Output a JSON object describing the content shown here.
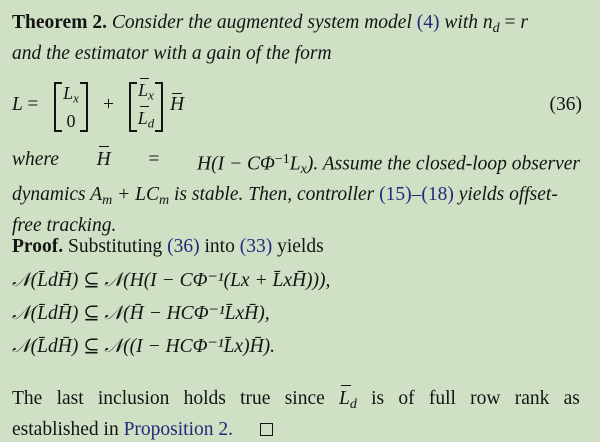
{
  "theorem": {
    "label": "Theorem 2.",
    "line1_pre": "Consider the augmented system model",
    "ref_model": "(4)",
    "line1_post": "with",
    "nd_var": "n",
    "nd_sub": "d",
    "nd_rhs": "= r",
    "line2": "and the estimator with a gain of the form"
  },
  "equation_36": {
    "lhs": "L =",
    "matrix1": [
      "L",
      "0"
    ],
    "matrix1_sub": [
      "x",
      ""
    ],
    "plus": "+",
    "matrix2": [
      "L",
      "L"
    ],
    "matrix2_sub": [
      "x",
      "d"
    ],
    "trailing": "H",
    "number": "(36)"
  },
  "theorem_cont": {
    "line1_where": "where",
    "line1_hbar": "H",
    "line1_eq": "=",
    "line1_expr": "H(I − CΦ",
    "line1_sup": "−1",
    "line1_lx": "L",
    "line1_lx_sub": "x",
    "line1_tail": "). Assume the closed-loop observer",
    "line2_pre": "dynamics A",
    "line2_am_sub": "m",
    "line2_mid": "+ LC",
    "line2_cm_sub": "m",
    "line2_post": "is stable. Then, controller",
    "ref_ctrl": "(15)–(18)",
    "line2_end": "yields offset-",
    "line3": "free tracking."
  },
  "proof": {
    "label": "Proof.",
    "text_pre": "Substituting",
    "ref1": "(36)",
    "text_mid": "into",
    "ref2": "(33)",
    "text_post": "yields",
    "eq1": "𝒩(L̄dH̄) ⊆ 𝒩(H(I − CΦ⁻¹(Lx + L̄xH̄))),",
    "eq2": "𝒩(L̄dH̄) ⊆ 𝒩(H̄ − HCΦ⁻¹L̄xH̄),",
    "eq3": "𝒩(L̄dH̄) ⊆ 𝒩((I − HCΦ⁻¹L̄x)H̄).",
    "closing_pre": "The last inclusion holds true since",
    "closing_var": "L",
    "closing_sub": "d",
    "closing_post": "is of full row rank as",
    "closing_line2": "established in",
    "ref_prop": "Proposition 2.",
    "qed_symbol": "□"
  },
  "colors": {
    "background": "#cfe0c5",
    "text": "#141414",
    "link": "#232a7a"
  }
}
